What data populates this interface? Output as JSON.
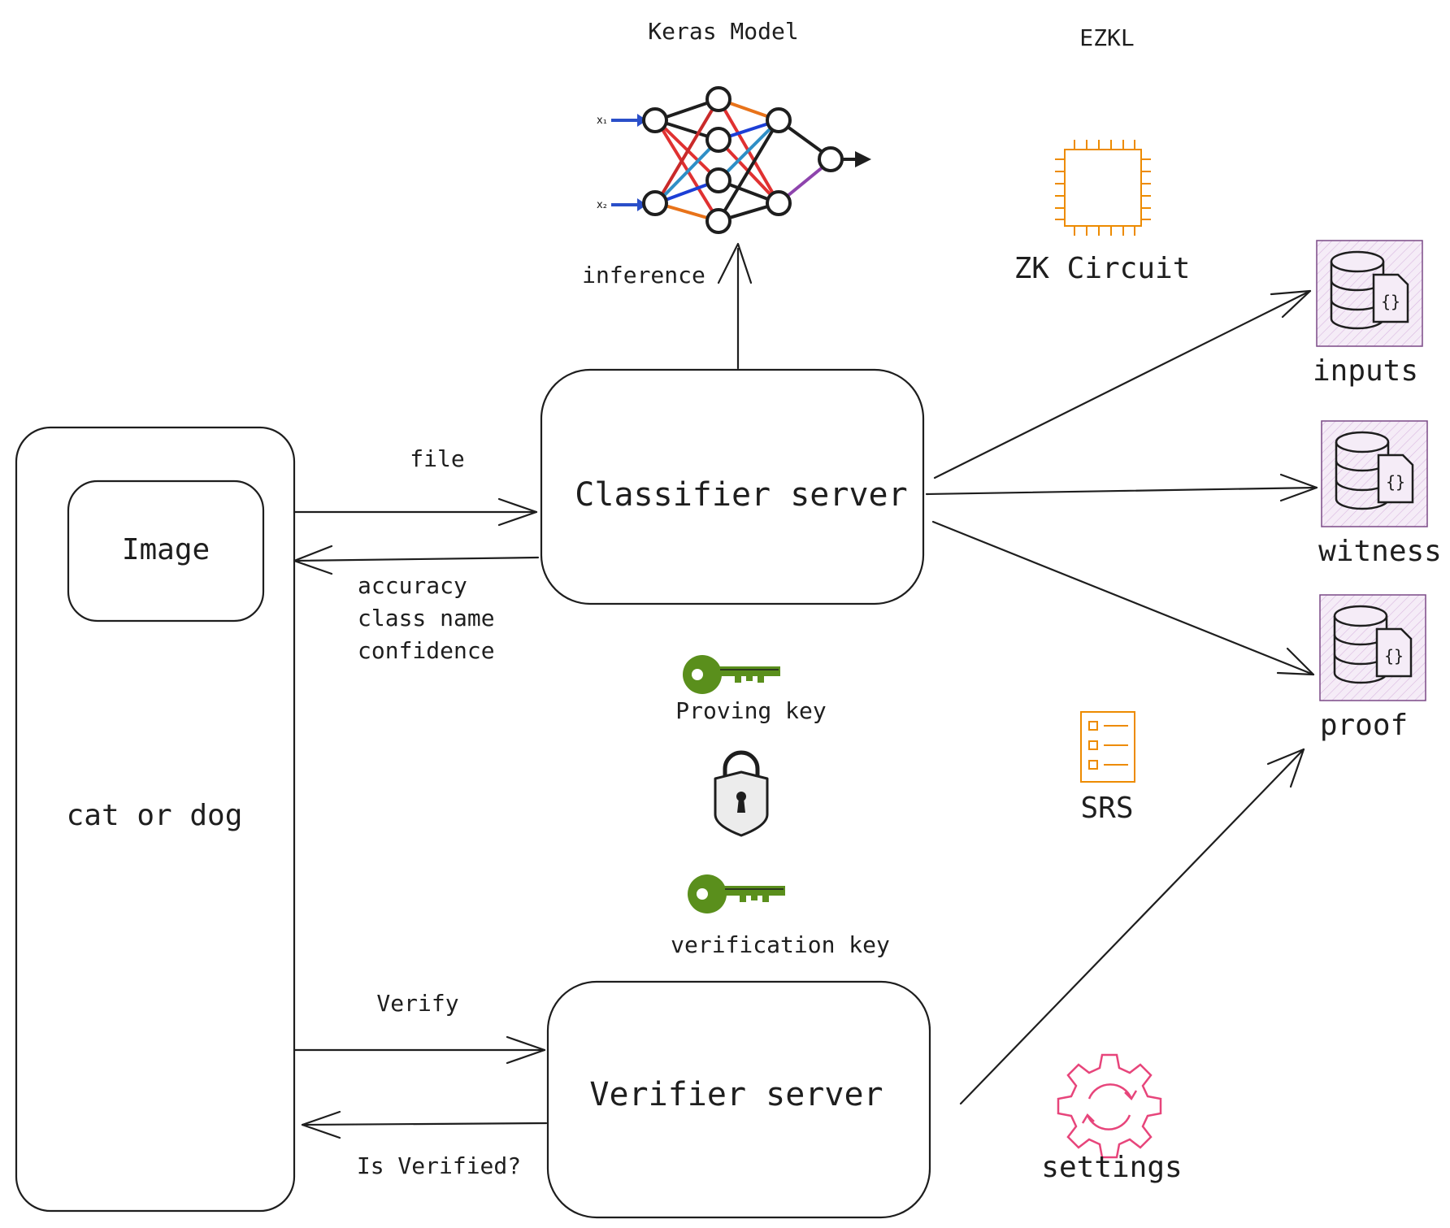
{
  "titles": {
    "keras_model": "Keras Model",
    "ezkl": "EZKL"
  },
  "client": {
    "image_label": "Image",
    "body_label": "cat or dog"
  },
  "servers": {
    "classifier": "Classifier server",
    "verifier": "Verifier server"
  },
  "edges": {
    "file": "file",
    "response_lines": [
      "accuracy",
      "class name",
      "confidence"
    ],
    "verify": "Verify",
    "is_verified": "Is Verified?",
    "inference": "inference"
  },
  "network": {
    "input_labels": [
      "x₁",
      "x₂"
    ]
  },
  "keys": {
    "proving": "Proving key",
    "verification": "verification key"
  },
  "ezkl_components": {
    "circuit": "ZK Circuit",
    "srs": "SRS",
    "settings": "settings"
  },
  "artifacts": [
    "inputs",
    "witness",
    "proof"
  ],
  "colors": {
    "stroke": "#1e1e1e",
    "key_green": "#5a8f1c",
    "chip_orange": "#ed8b00",
    "settings_pink": "#e7457b",
    "artifact_fill": "#f2e6f5",
    "artifact_border": "#7b4a87",
    "edge_red": "#e03131",
    "edge_blue": "#1c3fd6",
    "edge_teal": "#2f8fc6",
    "edge_orange": "#e8731a",
    "edge_purple": "#8e44ad"
  }
}
